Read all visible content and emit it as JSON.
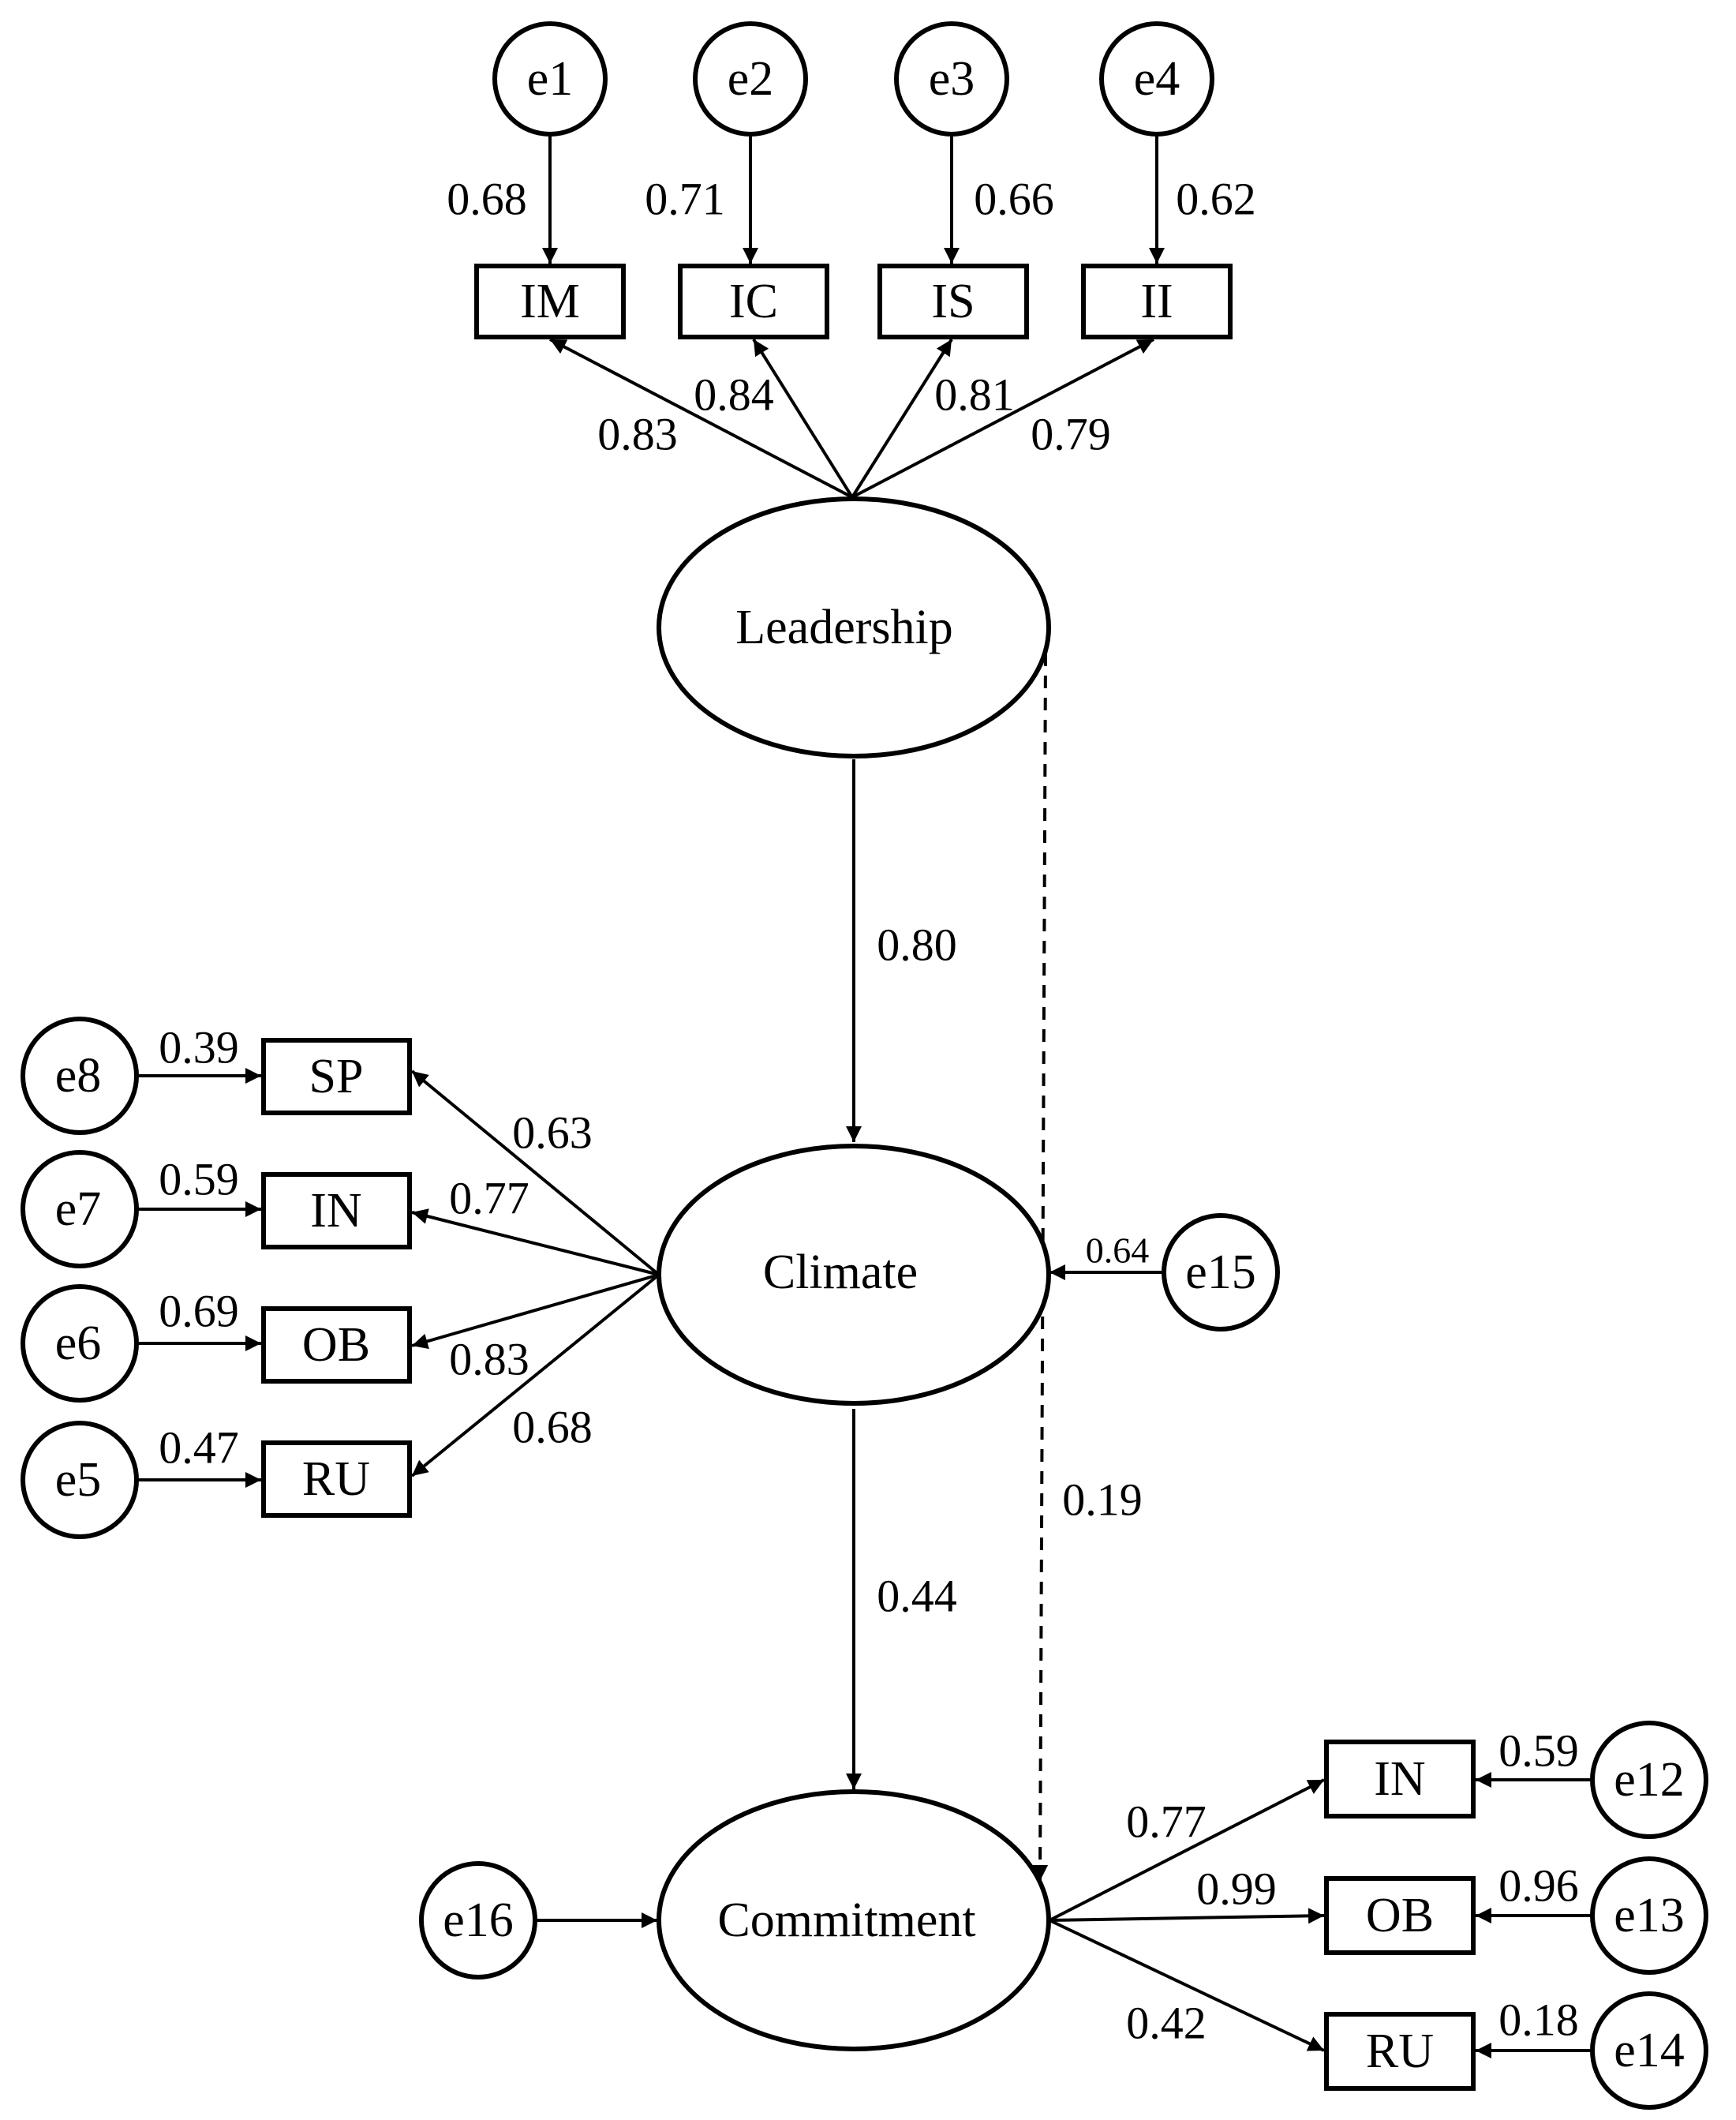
{
  "latents": {
    "leadership": "Leadership",
    "climate": "Climate",
    "commitment": "Commitment"
  },
  "indicators": {
    "im": "IM",
    "ic": "IC",
    "is": "IS",
    "ii": "II",
    "sp": "SP",
    "in_climate": "IN",
    "ob_climate": "OB",
    "ru_climate": "RU",
    "in_commit": "IN",
    "ob_commit": "OB",
    "ru_commit": "RU"
  },
  "errors": {
    "e1": "e1",
    "e2": "e2",
    "e3": "e3",
    "e4": "e4",
    "e5": "e5",
    "e6": "e6",
    "e7": "e7",
    "e8": "e8",
    "e12": "e12",
    "e13": "e13",
    "e14": "e14",
    "e15": "e15",
    "e16": "e16"
  },
  "coefficients": {
    "e1_im": "0.68",
    "e2_ic": "0.71",
    "e3_is": "0.66",
    "e4_ii": "0.62",
    "lead_im": "0.83",
    "lead_ic": "0.84",
    "lead_is": "0.81",
    "lead_ii": "0.79",
    "lead_climate": "0.80",
    "e8_sp": "0.39",
    "e7_in": "0.59",
    "e6_ob": "0.69",
    "e5_ru": "0.47",
    "climate_sp": "0.63",
    "climate_in": "0.77",
    "climate_ob": "0.83",
    "climate_ru": "0.68",
    "e15_climate": "0.64",
    "climate_commit": "0.44",
    "lead_commit": "0.19",
    "commit_in": "0.77",
    "commit_ob": "0.99",
    "commit_ru": "0.42",
    "e12_in": "0.59",
    "e13_ob": "0.96",
    "e14_ru": "0.18"
  }
}
